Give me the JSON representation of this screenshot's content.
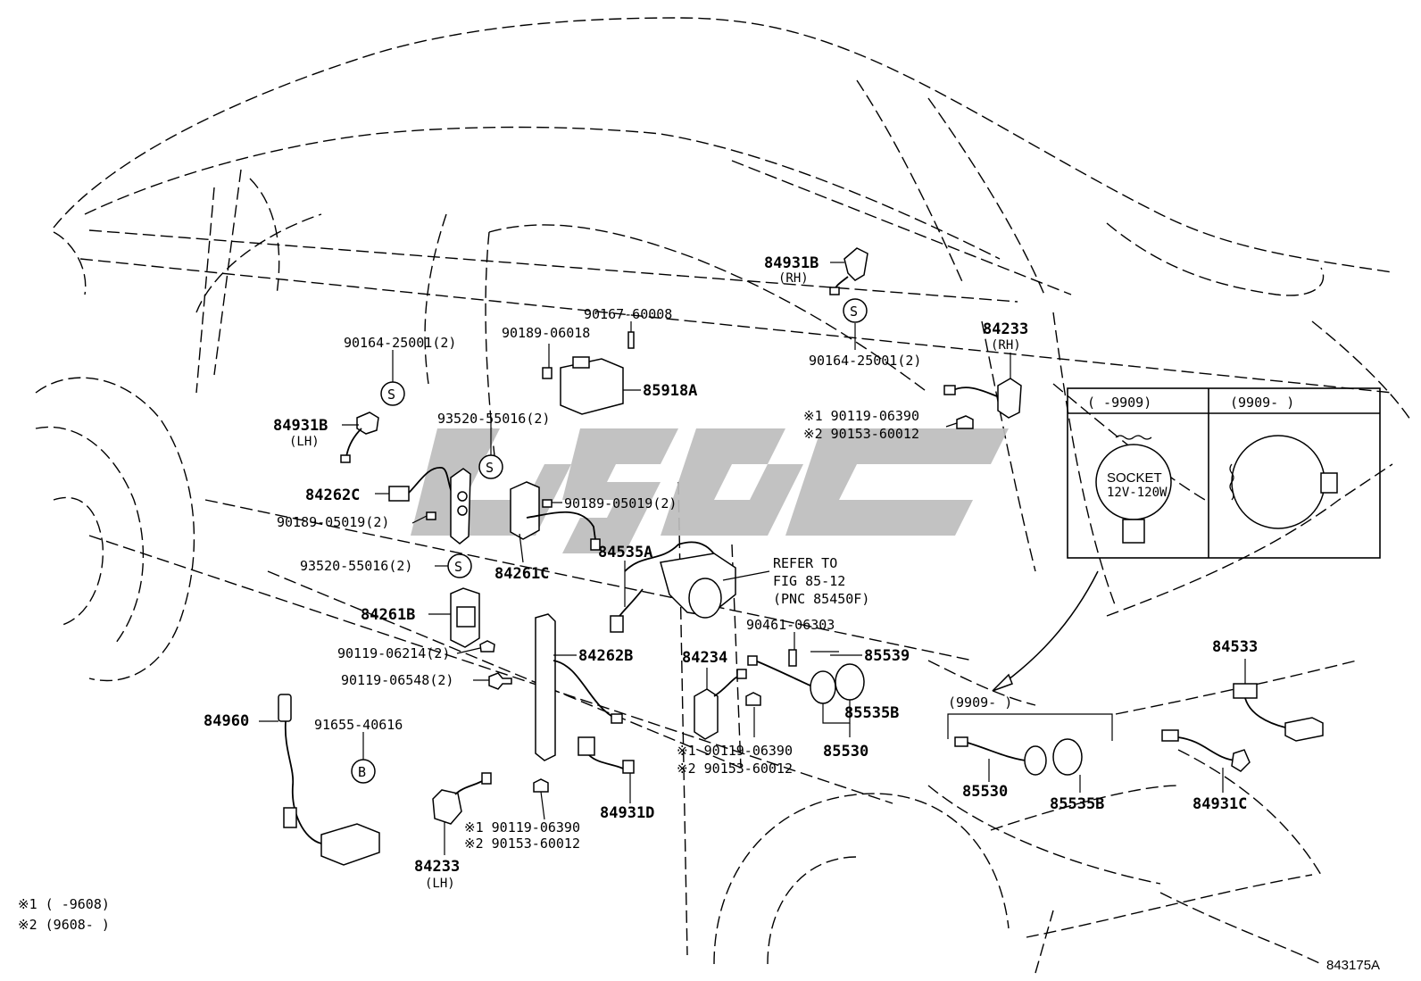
{
  "diagram_id": "843175A",
  "labels": {
    "l_90164_lh": "90164-25001(2)",
    "l_84931b_lh": "84931B",
    "l_lh1": "(LH)",
    "l_84262c": "84262C",
    "l_90189_05019_a": "90189-05019(2)",
    "l_93520_a": "93520-55016(2)",
    "l_84261b": "84261B",
    "l_90119_06214": "90119-06214(2)",
    "l_90119_06548": "90119-06548(2)",
    "l_84960": "84960",
    "l_91655": "91655-40616",
    "l_93520_b": "93520-55016(2)",
    "l_90189_06018": "90189-06018",
    "l_90167": "90167-60008",
    "l_85918a": "85918A",
    "l_84261c": "84261C",
    "l_90189_05019_b": "90189-05019(2)",
    "l_84535a": "84535A",
    "l_84262b": "84262B",
    "l_84931d": "84931D",
    "l_84233_lh": "84233",
    "l_lh2": "(LH)",
    "l_n1_a": "※1 90119-06390",
    "l_n2_a": "※2 90153-60012",
    "l_84931b_rh": "84931B",
    "l_rh1": "(RH)",
    "l_90164_rh": "90164-25001(2)",
    "l_84233_rh": "84233",
    "l_rh2": "(RH)",
    "l_n1_b": "※1 90119-06390",
    "l_n2_b": "※2 90153-60012",
    "l_refer1": "REFER TO",
    "l_refer2": "FIG 85-12",
    "l_refer3": "(PNC 85450F)",
    "l_90461": "90461-06303",
    "l_85539": "85539",
    "l_84234": "84234",
    "l_85535b_a": "85535B",
    "l_85530_a": "85530",
    "l_n1_c": "※1 90119-06390",
    "l_n2_c": "※2 90153-60012",
    "l_9909_to": "(    -9909)",
    "l_9909_from": "(9909-     )",
    "l_socket": "SOCKET",
    "l_socket_rating": "12V-120W",
    "l_9909_from2": "(9909-     )",
    "l_85530_b": "85530",
    "l_85535b_b": "85535B",
    "l_84533": "84533",
    "l_84931c": "84931C",
    "l_note1": "※1 (     -9608)",
    "l_note2": "※2 (9608-     )",
    "l_code": "843175A",
    "s_clip": "S",
    "b_clip": "B"
  },
  "colors": {
    "line": "#000000",
    "background": "#ffffff",
    "watermark": "#bdbdbd"
  }
}
